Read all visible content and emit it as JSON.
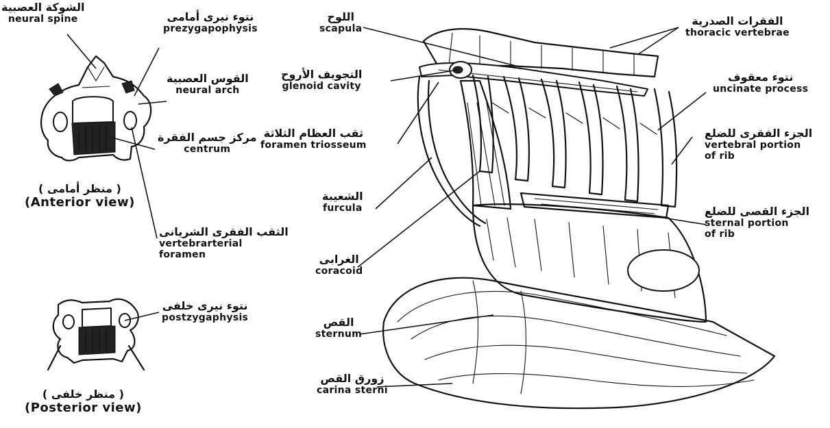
{
  "labels": {
    "neural_spine": {
      "ar": "الشوكة العصبية",
      "en": "neural spine"
    },
    "prezygapophysis": {
      "ar": "نتوء نيرى أمامى",
      "en": "prezygapophysis"
    },
    "neural_arch": {
      "ar": "القوس العصبية",
      "en": "neural arch"
    },
    "centrum": {
      "ar": "مركز جسم الفقرة",
      "en": "centrum"
    },
    "vertebrarterial_foramen": {
      "ar": "الثقب الفقرى الشريانى",
      "en1": "vertebrarterial",
      "en2": "foramen"
    },
    "postzygaphysis": {
      "ar": "نتوء نيرى خلفى",
      "en": "postzygaphysis"
    },
    "scapula": {
      "ar": "اللوح",
      "en": "scapula"
    },
    "glenoid_cavity": {
      "ar": "التجويف الأروح",
      "en": "glenoid cavity"
    },
    "foramen_triosseum": {
      "ar": "ثقب العظام الثلاثة",
      "en": "foramen triosseum"
    },
    "furcula": {
      "ar": "الشعيبة",
      "en": "furcula"
    },
    "coracoid": {
      "ar": "الغرابى",
      "en": "coracoid"
    },
    "sternum": {
      "ar": "القص",
      "en": "sternum"
    },
    "carina_sterni": {
      "ar": "زورق القص",
      "en": "carina sterni"
    },
    "thoracic_vertebrae": {
      "ar": "الفقرات الصدرية",
      "en": "thoracic vertebrae"
    },
    "uncinate_process": {
      "ar": "نتوء معقوف",
      "en": "uncinate process"
    },
    "vertebral_portion": {
      "ar": "الجزء الفقرى للضلع",
      "en1": "vertebral portion",
      "en2": "of rib"
    },
    "sternal_portion": {
      "ar": "الجزء القصى للضلع",
      "en1": "sternal portion",
      "en2": "of rib"
    }
  },
  "captions": {
    "anterior": {
      "ar": "( منظر أمامى )",
      "en": "(Anterior  view)"
    },
    "posterior": {
      "ar": "( منظر خلفى )",
      "en": "(Posterior  view)"
    }
  }
}
